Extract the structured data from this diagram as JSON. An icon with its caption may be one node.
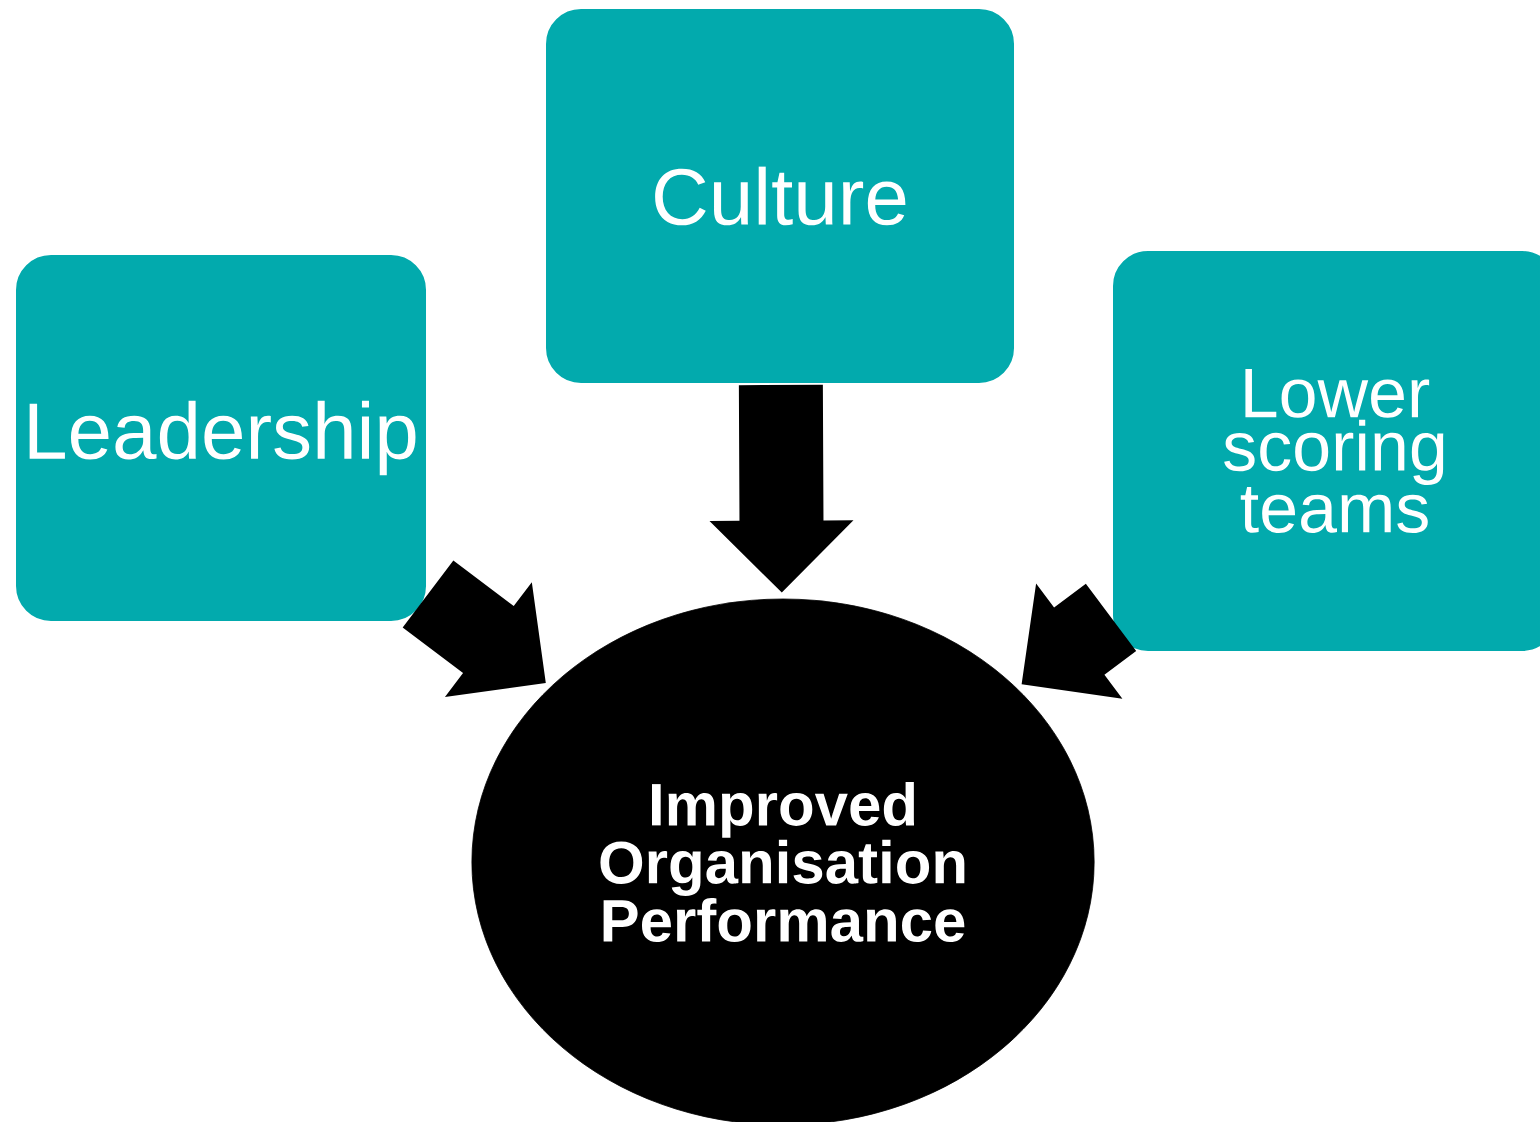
{
  "diagram": {
    "nodes": [
      {
        "text": [
          "Leadership"
        ]
      },
      {
        "text": [
          "Culture"
        ]
      },
      {
        "text": [
          "Lower scoring teams"
        ]
      },
      {
        "text": [
          "Improved Organisation Performance"
        ]
      }
    ],
    "edges": [
      {
        "from": 0,
        "to": 3,
        "arrow": "to"
      },
      {
        "from": 1,
        "to": 3,
        "arrow": "to"
      },
      {
        "from": 2,
        "to": 3,
        "arrow": "to"
      }
    ]
  }
}
